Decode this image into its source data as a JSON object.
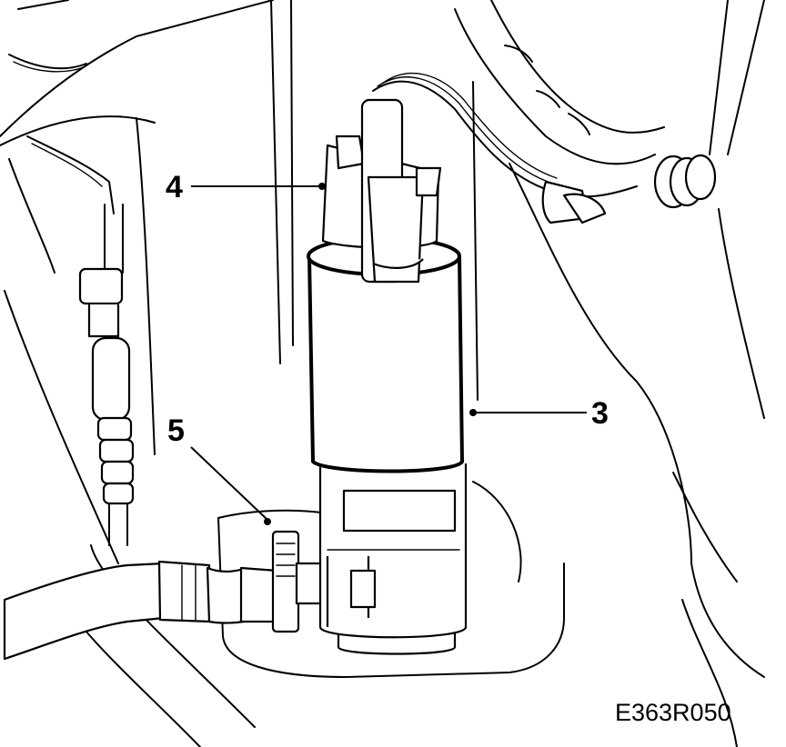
{
  "callouts": {
    "label_3": "3",
    "label_4": "4",
    "label_5": "5"
  },
  "figure_id": "E363R050",
  "colors": {
    "line": "#000000",
    "background": "#ffffff"
  }
}
